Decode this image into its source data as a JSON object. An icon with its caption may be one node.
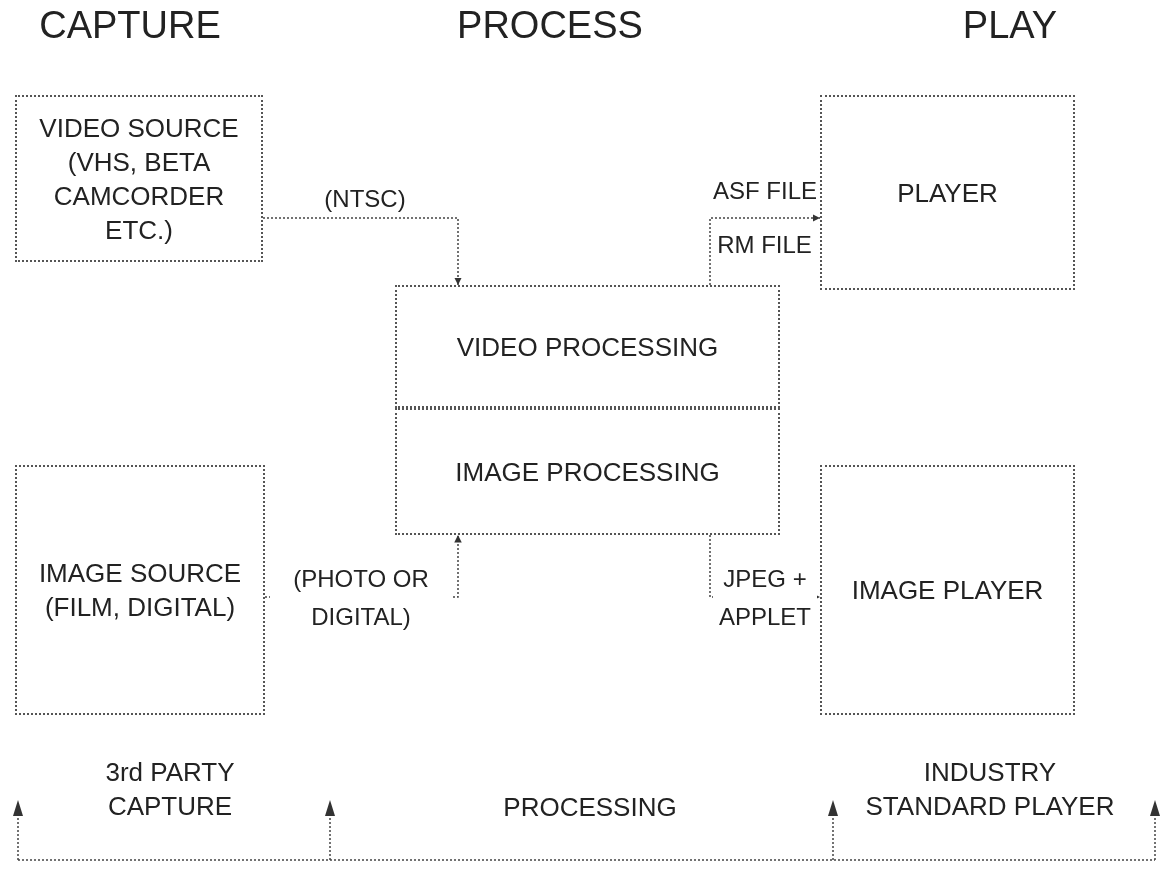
{
  "diagram": {
    "nodes": [
      {
        "text": [
          "VIDEO SOURCE (VHS, BETA CAMCORDER ETC.)"
        ]
      },
      {
        "text": [
          "IMAGE SOURCE (FILM, DIGITAL)"
        ]
      },
      {
        "text": [
          "VIDEO PROCESSING"
        ]
      },
      {
        "text": [
          "IMAGE PROCESSING"
        ]
      },
      {
        "text": [
          "PLAYER"
        ]
      },
      {
        "text": [
          "IMAGE PLAYER"
        ]
      }
    ],
    "edges": [
      {
        "from": 0,
        "to": 2,
        "arrow": "to",
        "label": "(NTSC)"
      },
      {
        "from": 1,
        "to": 3,
        "arrow": "to",
        "label": "(PHOTO OR DIGITAL)"
      },
      {
        "from": 2,
        "to": 4,
        "arrow": "to",
        "label": "ASF FILE"
      },
      {
        "from": 3,
        "to": 5,
        "arrow": "to",
        "label": "JPEG + APPLET"
      }
    ],
    "labels": [
      "CAPTURE",
      "PROCESS",
      "PLAY",
      "RM FILE",
      "3rd PARTY CAPTURE",
      "PROCESSING",
      "INDUSTRY STANDARD PLAYER"
    ]
  }
}
